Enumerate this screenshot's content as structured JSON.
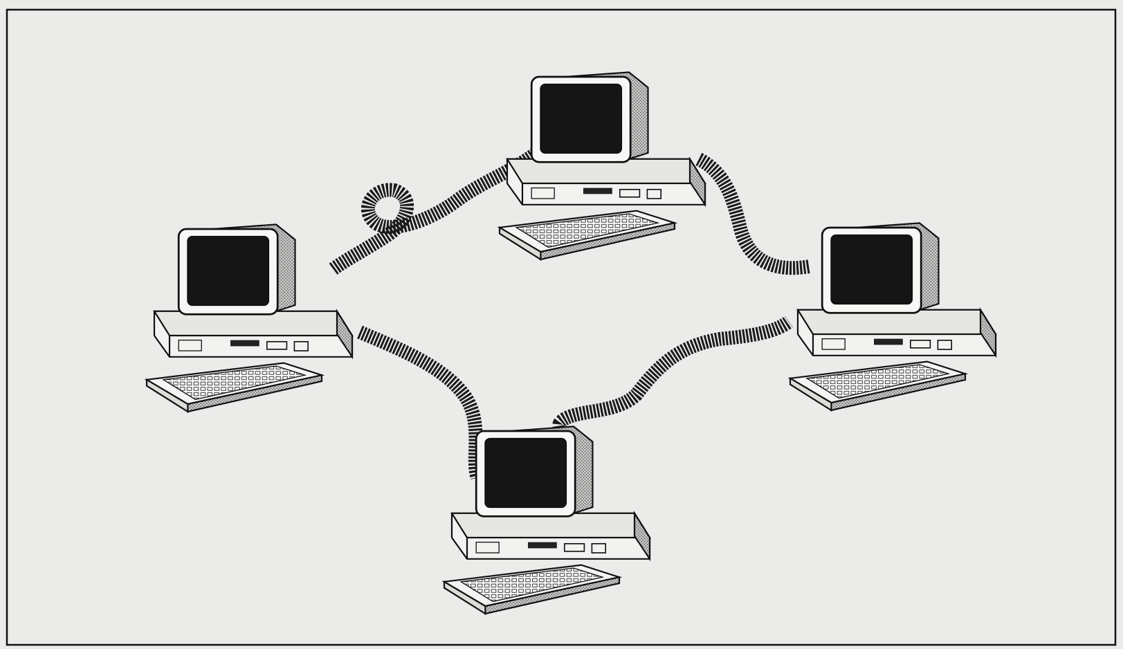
{
  "diagram": {
    "kind": "computer-network-illustration",
    "nodes": [
      {
        "id": "computer-top",
        "icon": "desktop-computer-icon"
      },
      {
        "id": "computer-left",
        "icon": "desktop-computer-icon"
      },
      {
        "id": "computer-right",
        "icon": "desktop-computer-icon"
      },
      {
        "id": "computer-bottom",
        "icon": "desktop-computer-icon"
      }
    ],
    "links": [
      {
        "from": "computer-top",
        "to": "computer-left",
        "style": "coiled-cable"
      },
      {
        "from": "computer-top",
        "to": "computer-right",
        "style": "coiled-cable"
      },
      {
        "from": "computer-left",
        "to": "computer-bottom",
        "style": "coiled-cable"
      },
      {
        "from": "computer-bottom",
        "to": "computer-right",
        "style": "coiled-cable"
      }
    ]
  },
  "colors": {
    "background": "#ebebea",
    "frame": "#111111",
    "screen": "#151515",
    "case": "#f2f2f0",
    "case_shade": "#a8a8a6",
    "cable": "#1a1a1a"
  }
}
